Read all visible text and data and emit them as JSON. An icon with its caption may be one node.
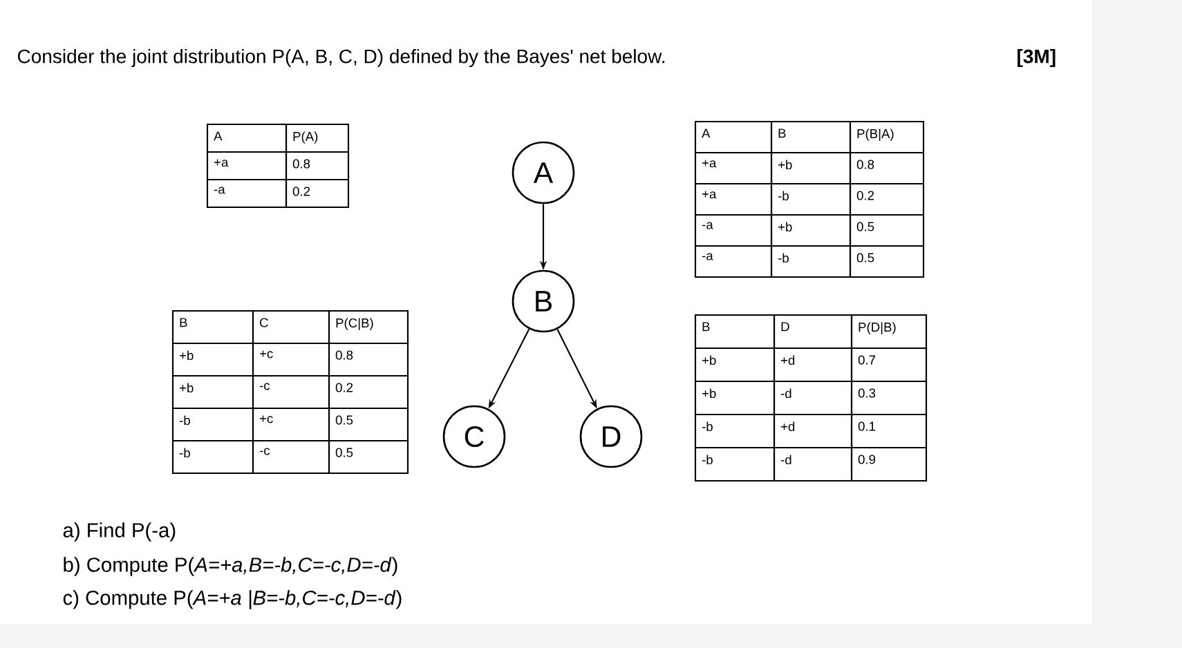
{
  "diagram": {
    "title": "Consider the joint distribution P(A, B, C, D) defined by the Bayes' net below.",
    "nodes": [
      {
        "text": [
          "A"
        ]
      },
      {
        "text": [
          "B"
        ]
      },
      {
        "text": [
          "C"
        ]
      },
      {
        "text": [
          "D"
        ]
      }
    ],
    "edges": [
      {
        "from": 0,
        "to": 1,
        "arrow": "to"
      },
      {
        "from": 1,
        "to": 2,
        "arrow": "to"
      },
      {
        "from": 1,
        "to": 3,
        "arrow": "to"
      }
    ],
    "labels": [
      "[3M]",
      "A",
      "P(A)",
      "+a",
      "0.8",
      "-a",
      "0.2",
      "A",
      "B",
      "P(B|A)",
      "+a",
      "+b",
      "0.8",
      "+a",
      "-b",
      "0.2",
      "-a",
      "+b",
      "0.5",
      "-a",
      "-b",
      "0.5",
      "B",
      "C",
      "P(C|B)",
      "+b",
      "+c",
      "0.8",
      "+b",
      "-c",
      "0.2",
      "-b",
      "+c",
      "0.5",
      "-b",
      "-c",
      "0.5",
      "B",
      "D",
      "P(D|B)",
      "+b",
      "+d",
      "0.7",
      "+b",
      "-d",
      "0.3",
      "-b",
      "+d",
      "0.1",
      "-b",
      "-d",
      "0.9",
      "a) Find P(-a)",
      "b) Compute P(*A=+a,B=-b,C=-c,D=-d*)",
      "c) Compute P(*A=+a |B=-b,C=-c,D=-d*)"
    ]
  }
}
